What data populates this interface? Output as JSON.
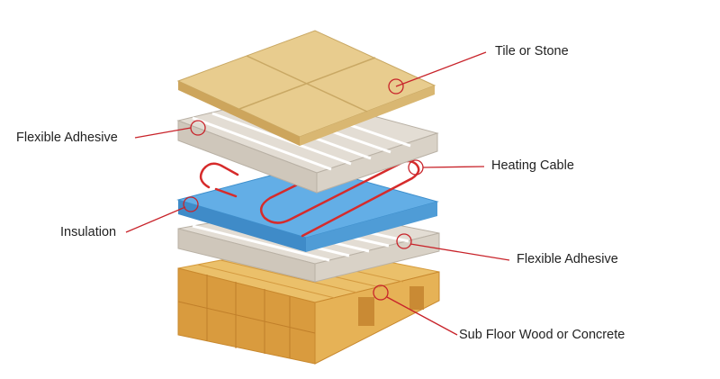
{
  "labels": {
    "tile": "Tile or Stone",
    "adhesive_top": "Flexible Adhesive",
    "heating_cable": "Heating Cable",
    "insulation": "Insulation",
    "adhesive_bottom": "Flexible Adhesive",
    "subfloor": "Sub Floor Wood or Concrete"
  },
  "colors": {
    "leader": "#c8232a",
    "tile": "#e6c98a",
    "insulation": "#5aa7e3",
    "adhesive": "#ddd6cc",
    "wood": "#e7b45a",
    "cable": "#d62b2b"
  }
}
